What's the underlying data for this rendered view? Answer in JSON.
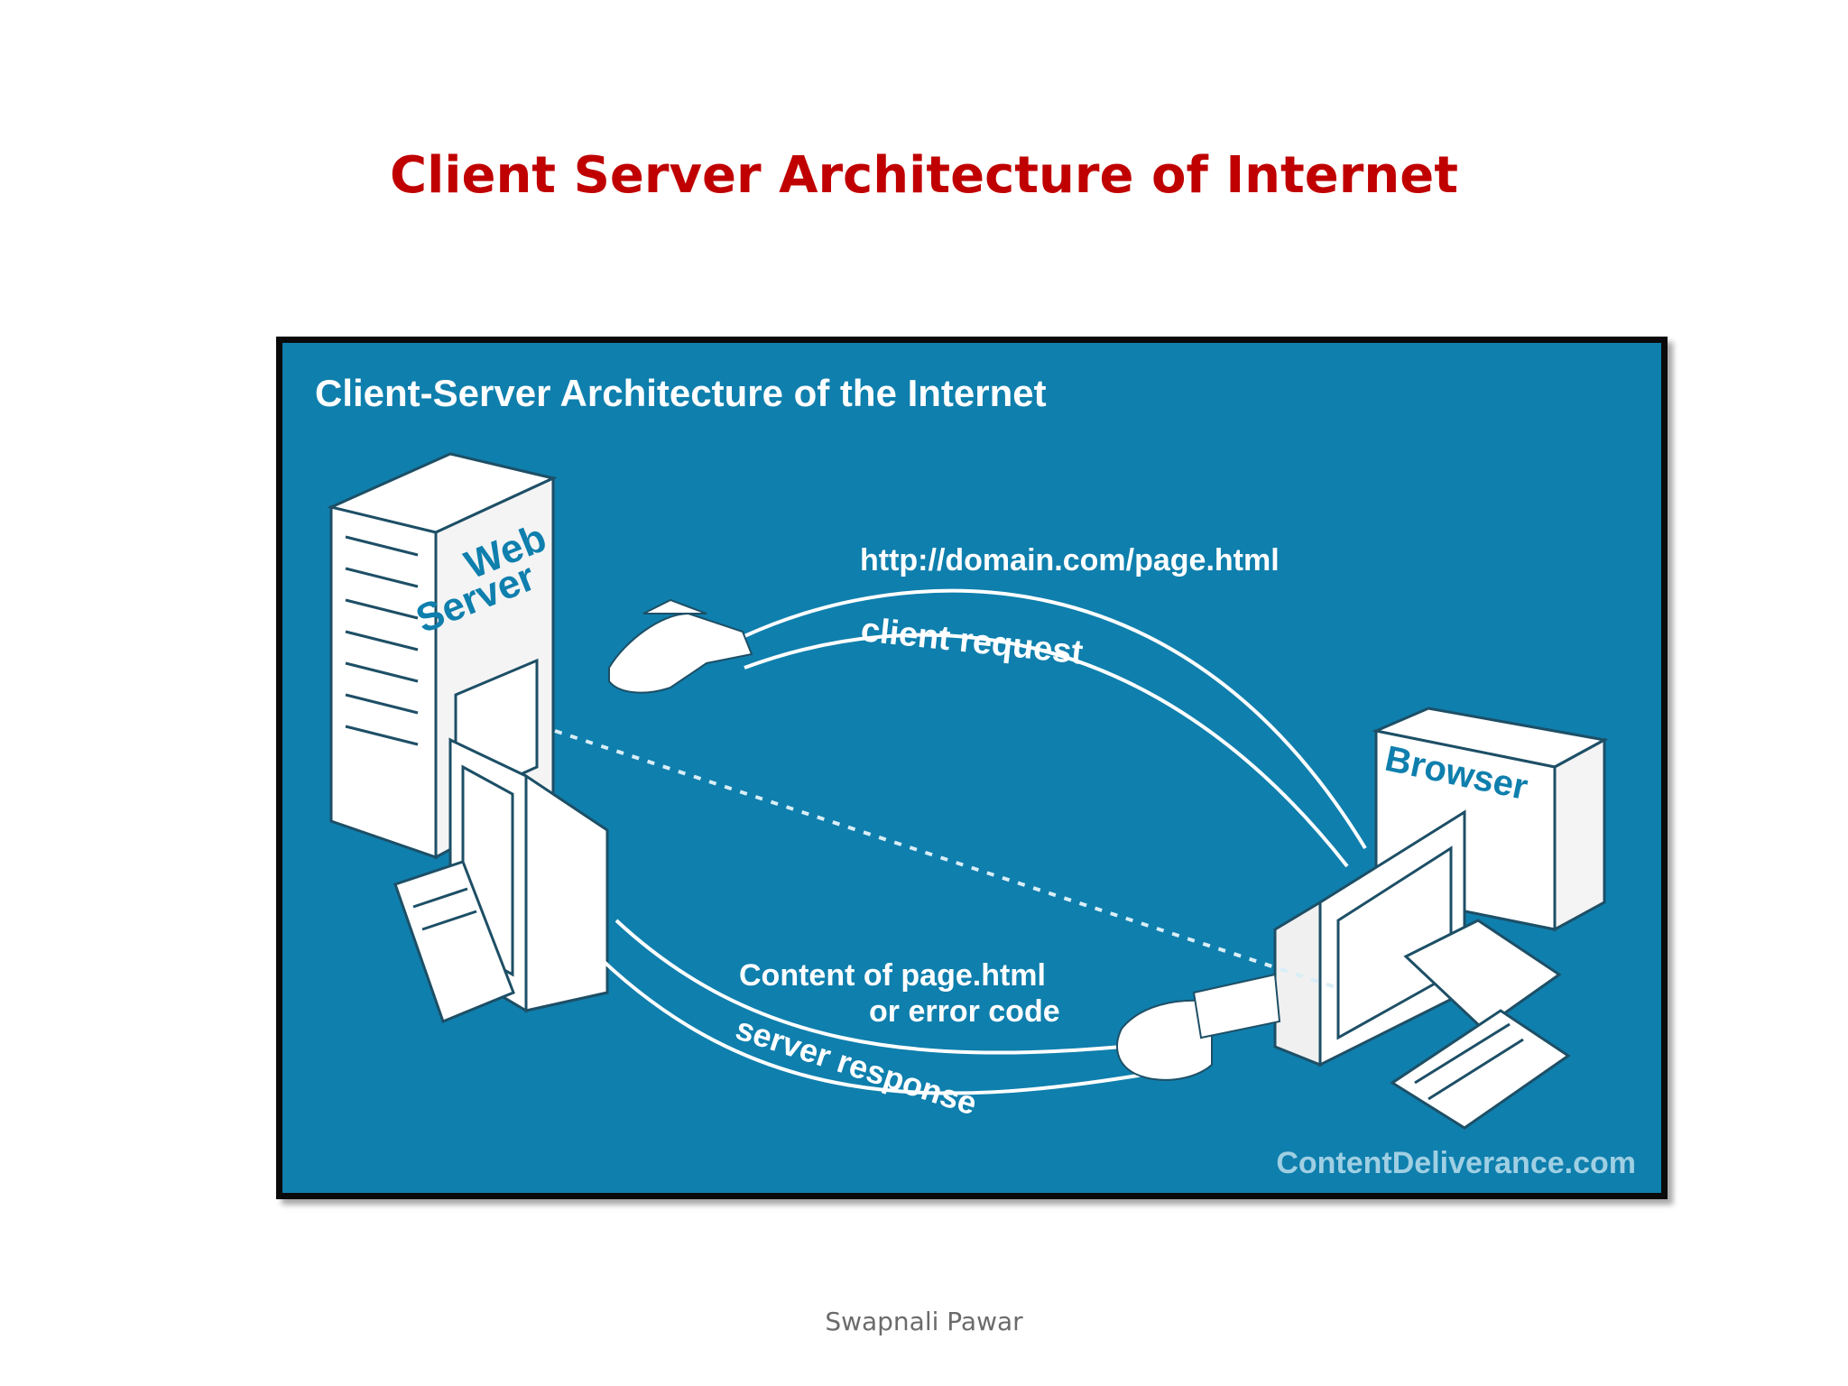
{
  "slide": {
    "title": "Client Server Architecture of Internet",
    "footer": "Swapnali Pawar"
  },
  "diagram": {
    "heading": "Client-Server Architecture of the Internet",
    "server_label_line1": "Web",
    "server_label_line2": "Server",
    "browser_label": "Browser",
    "url_label": "http://domain.com/page.html",
    "request_label": "client request",
    "response_content_line1": "Content of page.html",
    "response_content_line2": "or error code",
    "response_label": "server response",
    "watermark": "ContentDeliverance.com",
    "background_color": "#0f7fad",
    "title_color": "#c00000"
  }
}
